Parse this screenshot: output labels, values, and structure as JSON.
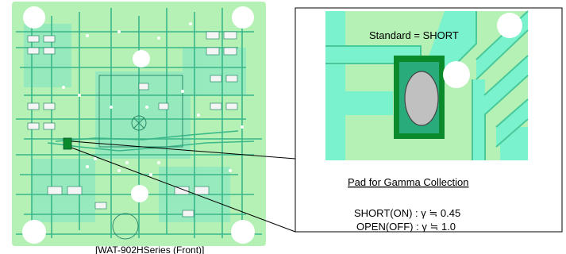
{
  "board": {
    "caption": "[WAT-902HSeries (Front)]"
  },
  "zoom_panel": {
    "standard_label": "Standard = SHORT",
    "pad_title": "Pad for Gamma Collection",
    "short_line": "SHORT(ON) : γ ≒ 0.45",
    "open_line": "OPEN(OFF) : γ ≒ 1.0"
  },
  "colors": {
    "board_light": "#b5f0b5",
    "board_trace": "#49c99a",
    "board_copper": "#7af2ce",
    "pad_dark": "#0a8a2a",
    "pad_inner": "#2aab7b",
    "oval": "#c0c0c0"
  }
}
